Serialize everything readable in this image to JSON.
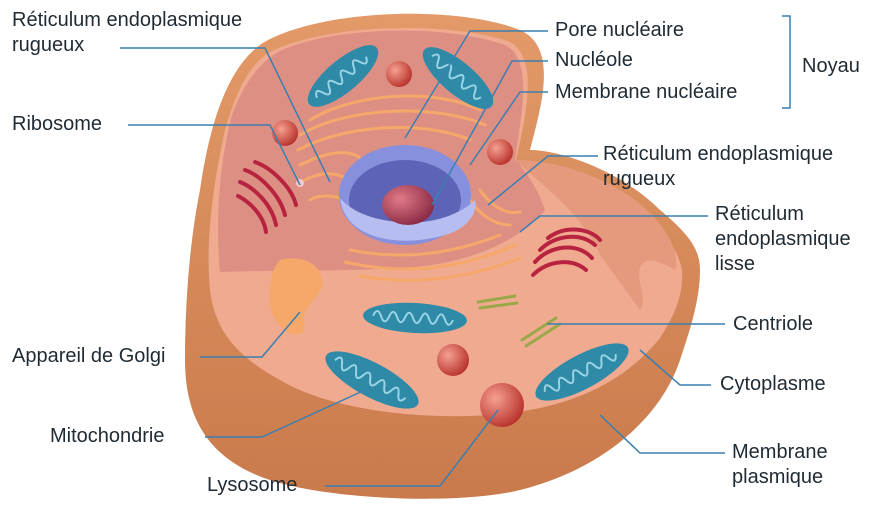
{
  "labels": {
    "rer_left": "Réticulum endoplasmique\nrugueux",
    "ribosome": "Ribosome",
    "golgi": "Appareil de Golgi",
    "mitochondrie": "Mitochondrie",
    "lysosome": "Lysosome",
    "pore": "Pore nucléaire",
    "nucleole": "Nucléole",
    "membrane_nucleaire": "Membrane nucléaire",
    "noyau": "Noyau",
    "rer_right": "Réticulum endoplasmique\nrugueux",
    "rel": "Réticulum\nendoplasmique\nlisse",
    "centriole": "Centriole",
    "cytoplasme": "Cytoplasme",
    "membrane_plasmique": "Membrane\nplasmique"
  },
  "colors": {
    "outer_membrane": "#d98a58",
    "cytoplasm": "#efa58c",
    "cut_face": "#d9877a",
    "mitochondria": "#2f8aa8",
    "golgi": "#f6a86a",
    "smooth_er": "#b8243f",
    "lysosome": "#c8483c",
    "nucleus": "#6c74c8",
    "nucleolus": "#a63a52",
    "leader_line": "#3a7fb0"
  }
}
